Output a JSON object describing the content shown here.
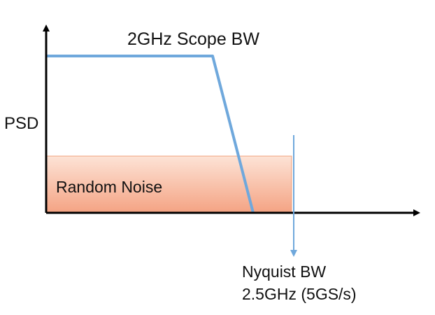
{
  "diagram": {
    "y_axis_label": "PSD",
    "scope_label": "2GHz Scope BW",
    "noise_label": "Random Noise",
    "nyquist_label_line1": "Nyquist BW",
    "nyquist_label_line2": "2.5GHz (5GS/s)"
  },
  "colors": {
    "axis": "#000000",
    "scope_line": "#6fa8dc",
    "noise_fill": "#f6a98a",
    "noise_fill_light": "#fde0d2",
    "noise_stroke": "#f0a07c",
    "nyquist_line": "#6fa8dc"
  }
}
